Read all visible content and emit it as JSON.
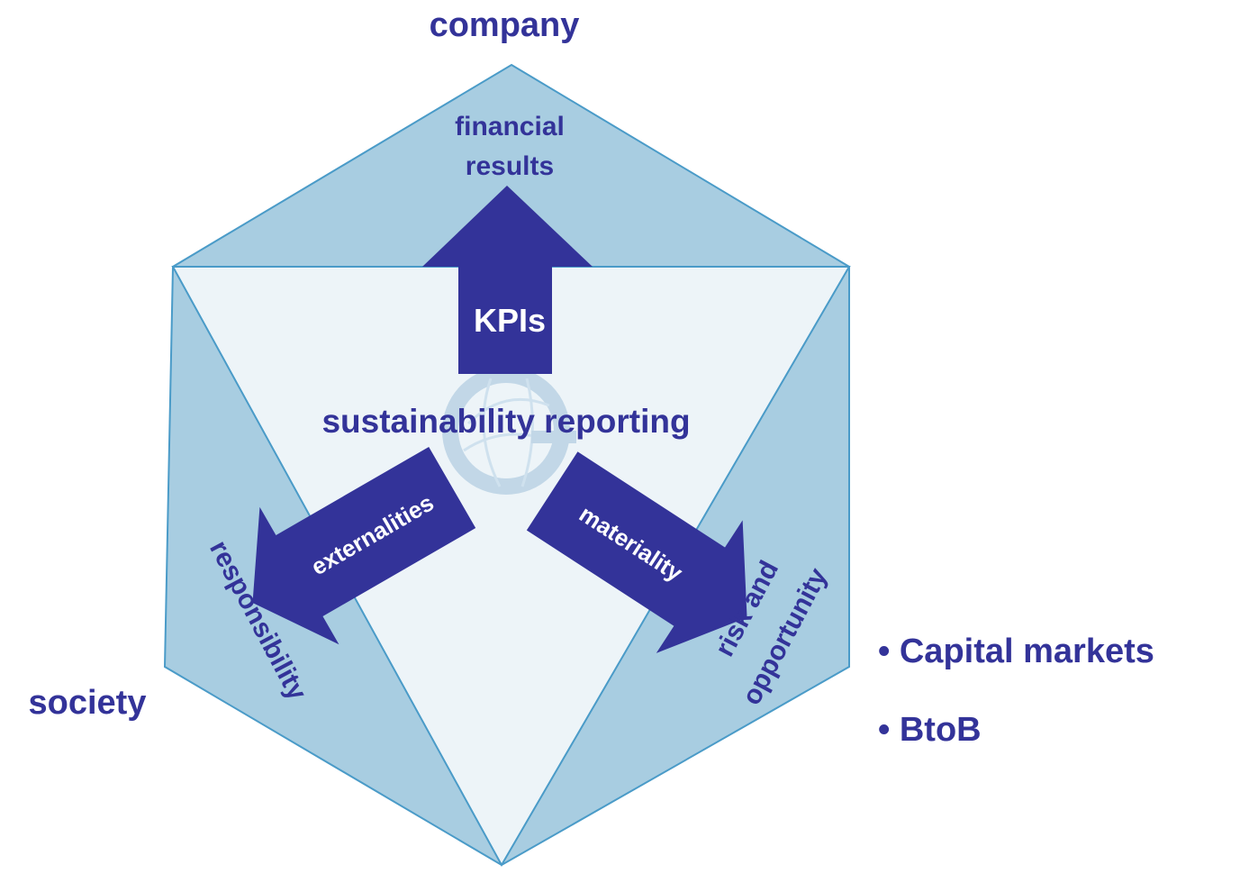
{
  "labels": {
    "company": "company",
    "society": "society",
    "financial_results": [
      "financial",
      "results"
    ],
    "kpis": "KPIs",
    "center": "sustainability reporting",
    "externalities": "externalities",
    "materiality": "materiality",
    "responsibility": "responsibility",
    "risk_opportunity": [
      "risk and",
      "opportunity"
    ]
  },
  "bullets": [
    "• Capital markets",
    "• BtoB"
  ],
  "colors": {
    "text": "#333399",
    "arrow": "#333399",
    "hexagon_fill": "#a8cde1",
    "hexagon_stroke": "#4a9bc8",
    "triangle_fill": "#edf4f8",
    "logo": "#9fc0da"
  }
}
